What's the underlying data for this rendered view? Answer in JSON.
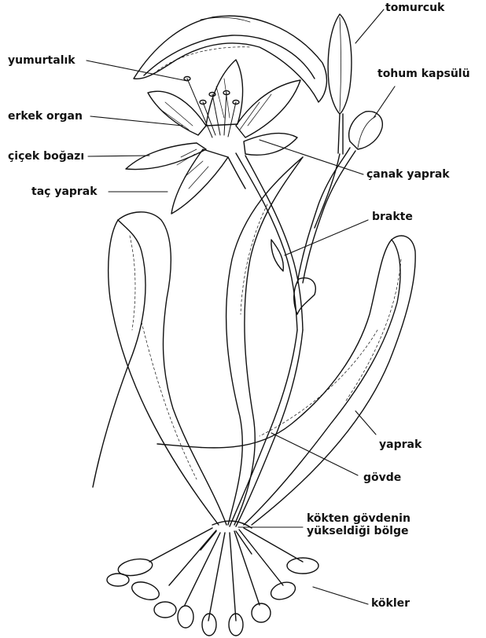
{
  "diagram": {
    "labels": {
      "tomurcuk": "tomurcuk",
      "yumurtalik": "yumurtalık",
      "tohum_kapsulu": "tohum kapsülü",
      "erkek_organ": "erkek organ",
      "cicek_bogazi": "çiçek boğazı",
      "canak_yaprak": "çanak yaprak",
      "tac_yaprak": "taç yaprak",
      "brakte": "brakte",
      "yaprak": "yaprak",
      "govde": "gövde",
      "kokten_govde": "kökten gövdenin\nyükseldiği bölge",
      "kokler": "kökler"
    },
    "colors": {
      "ink": "#111111",
      "background": "#ffffff"
    }
  }
}
